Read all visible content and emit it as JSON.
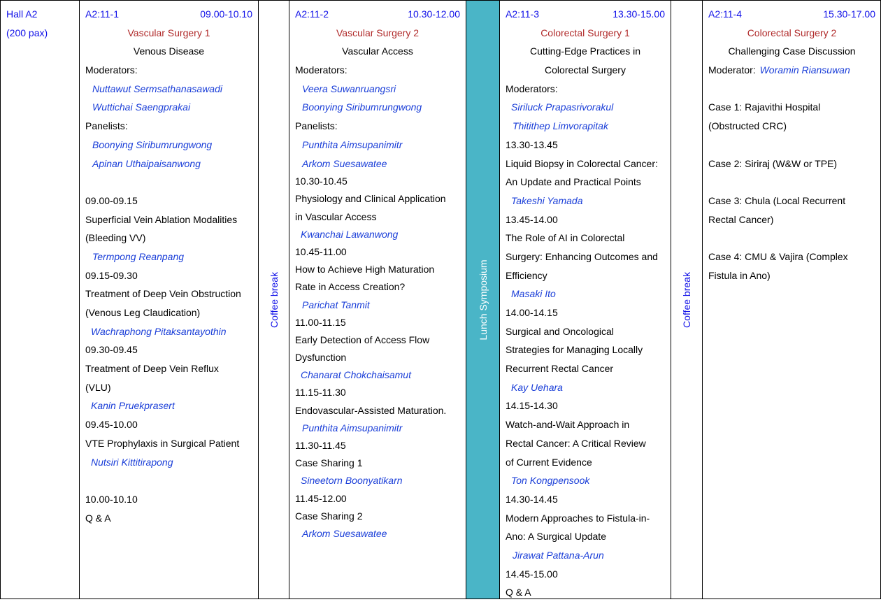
{
  "hall": {
    "name": "Hall A2",
    "capacity": "(200 pax)"
  },
  "breaks": {
    "coffee": "Coffee break",
    "lunch": "Lunch Symposium"
  },
  "s1": {
    "code": "A2:11-1",
    "time": "09.00-10.10",
    "title": "Vascular Surgery 1",
    "subtitle": "Venous Disease",
    "mod_label": "Moderators:",
    "mod1": "Nuttawut Sermsathanasawadi",
    "mod2": "Wuttichai Saengprakai",
    "pan_label": "Panelists:",
    "pan1": "Boonying Siribumrungwong",
    "pan2": "Apinan Uthaipaisanwong",
    "t1": "09.00-09.15",
    "a1": "Superficial Vein Ablation Modalities",
    "a1b": "(Bleeding VV)",
    "sp1": "Termpong Reanpang",
    "t2": "09.15-09.30",
    "a2": "Treatment of Deep Vein Obstruction",
    "a2b": "(Venous Leg Claudication)",
    "sp2": "Wachraphong Pitaksantayothin",
    "t3": "09.30-09.45",
    "a3": "Treatment of Deep Vein Reflux",
    "a3b": "(VLU)",
    "sp3": "Kanin Pruekprasert",
    "t4": "09.45-10.00",
    "a4": "VTE Prophylaxis in Surgical Patient",
    "sp4": "Nutsiri Kittitirapong",
    "t5": "10.00-10.10",
    "a5": "Q & A"
  },
  "s2": {
    "code": "A2:11-2",
    "time": "10.30-12.00",
    "title": "Vascular Surgery 2",
    "subtitle": "Vascular Access",
    "mod_label": "Moderators:",
    "mod1": "Veera Suwanruangsri",
    "mod2": "Boonying Siribumrungwong",
    "pan_label": "Panelists:",
    "pan1": "Punthita Aimsupanimitr",
    "pan2": "Arkom Suesawatee",
    "t1": "10.30-10.45",
    "a1": "Physiology and Clinical Application",
    "a1b": "in Vascular Access",
    "sp1": "Kwanchai Lawanwong",
    "t2": "10.45-11.00",
    "a2": "How to Achieve High Maturation",
    "a2b": "Rate in Access Creation?",
    "sp2": "Parichat Tanmit",
    "t3": "11.00-11.15",
    "a3": "Early Detection of Access Flow",
    "a3b": "Dysfunction",
    "sp3": "Chanarat Chokchaisamut",
    "t4": "11.15-11.30",
    "a4": "Endovascular-Assisted Maturation.",
    "sp4": "Punthita Aimsupanimitr",
    "t5": "11.30-11.45",
    "a5": "Case Sharing 1",
    "sp5": "Sineetorn Boonyatikarn",
    "t6": "11.45-12.00",
    "a6": "Case Sharing 2",
    "sp6": "Arkom Suesawatee"
  },
  "s3": {
    "code": "A2:11-3",
    "time": "13.30-15.00",
    "title": "Colorectal Surgery 1",
    "subtitle": "Cutting-Edge Practices in",
    "subtitle2": "Colorectal Surgery",
    "mod_label": "Moderators:",
    "mod1": "Siriluck Prapasrivorakul",
    "mod2": "Thitithep Limvorapitak",
    "t1": "13.30-13.45",
    "a1": "Liquid Biopsy in Colorectal Cancer:",
    "a1b": "An Update and Practical Points",
    "sp1": "Takeshi Yamada",
    "t2": "13.45-14.00",
    "a2": "The Role of AI in Colorectal",
    "a2b": "Surgery: Enhancing Outcomes and",
    "a2c": "Efficiency",
    "sp2": "Masaki Ito",
    "t3": "14.00-14.15",
    "a3": "Surgical and Oncological",
    "a3b": "Strategies for Managing Locally",
    "a3c": "Recurrent Rectal Cancer",
    "sp3": "Kay Uehara",
    "t4": "14.15-14.30",
    "a4": "Watch-and-Wait Approach in",
    "a4b": "Rectal Cancer: A Critical Review",
    "a4c": "of Current Evidence",
    "sp4": "Ton Kongpensook",
    "t5": "14.30-14.45",
    "a5": "Modern Approaches to Fistula-in-",
    "a5b": "Ano: A Surgical Update",
    "sp5": "Jirawat Pattana-Arun",
    "t6": "14.45-15.00",
    "a6": "Q & A"
  },
  "s4": {
    "code": "A2:11-4",
    "time": "15.30-17.00",
    "title": "Colorectal Surgery 2",
    "subtitle": "Challenging Case Discussion",
    "mod_label": "Moderator:",
    "mod1": "Woramin Riansuwan",
    "c1": "Case 1: Rajavithi Hospital",
    "c1b": "(Obstructed CRC)",
    "c2": "Case 2: Siriraj (W&W or TPE)",
    "c3": "Case 3: Chula (Local Recurrent",
    "c3b": "Rectal Cancer)",
    "c4": "Case 4: CMU & Vajira (Complex",
    "c4b": "Fistula in Ano)"
  }
}
